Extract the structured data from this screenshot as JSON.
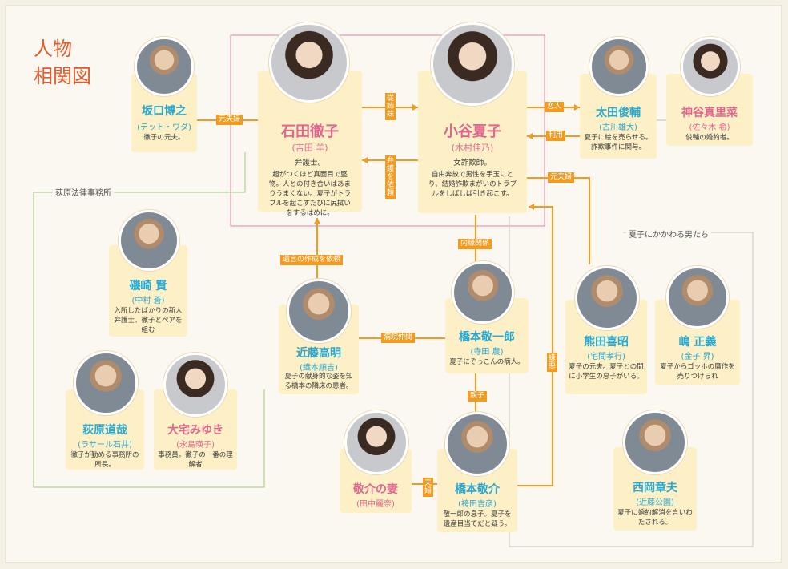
{
  "title_line1": "人物",
  "title_line2": "相関図",
  "groups": {
    "firm": "荻原法律事務所",
    "men": "夏子にかかわる男たち"
  },
  "people": {
    "sakaguchi": {
      "name": "坂口博之",
      "actor": "(テット・ワダ)",
      "desc": "徹子の元夫。"
    },
    "ishida": {
      "name": "石田徹子",
      "actor": "(吉田 羊)",
      "desc1": "弁護士。",
      "desc2": "超がつくほど真面目で堅物。人との付き合いはあまりうまくない。夏子がトラブルを起こすたびに尻拭いをするはめに。"
    },
    "kotani": {
      "name": "小谷夏子",
      "actor": "(木村佳乃)",
      "desc1": "女詐欺師。",
      "desc2": "自由奔放で男性を手玉にとり、結婚詐欺まがいのトラブルをしばしば引き起こす。"
    },
    "ota": {
      "name": "太田俊輔",
      "actor": "(古川雄大)",
      "desc": "夏子に絵を売らせる。詐欺事件に関与。"
    },
    "kamiya": {
      "name": "神谷真里菜",
      "actor": "(佐々木 希)",
      "desc": "俊輔の婚約者。"
    },
    "isozaki": {
      "name": "磯崎 賢",
      "actor": "(中村 蒼)",
      "desc": "入所したばかりの新人弁護士。徹子とペアを組む"
    },
    "kondo": {
      "name": "近藤高明",
      "actor": "(織本順吉)",
      "desc": "夏子の献身的な姿を知る橋本の隣床の患者。"
    },
    "hashimoto": {
      "name": "橋本敬一郎",
      "actor": "(寺田 農)",
      "desc": "夏子にぞっこんの病人。"
    },
    "kumada": {
      "name": "熊田喜昭",
      "actor": "(宅間孝行)",
      "desc": "夏子の元夫。夏子との間に小学生の息子がいる。"
    },
    "shima": {
      "name": "嶋 正義",
      "actor": "(金子 昇)",
      "desc": "夏子からゴッホの贋作を売りつけられ"
    },
    "ogiwara": {
      "name": "荻原道哉",
      "actor": "(ラサール石井)",
      "desc": "徹子が勤める事務所の所長。"
    },
    "omiyake": {
      "name": "大宅みゆき",
      "actor": "(永島暎子)",
      "desc": "事務員。徹子の一番の理解者"
    },
    "keisuke_wife": {
      "name": "敬介の妻",
      "actor": "(田中麗奈)"
    },
    "keisuke": {
      "name": "橋本敬介",
      "actor": "(袴田吉彦)",
      "desc": "敬一郎の息子。夏子を遺産目当てだと疑う。"
    },
    "nishioka": {
      "name": "西岡章夫",
      "actor": "(近藤公園)",
      "desc": "夏子に婚約解消を言いわたされる。"
    }
  },
  "relations": {
    "ex_husband": "元夫婦",
    "cousins": "従姉妹",
    "request": "弁護を依頼",
    "lover": "恋人",
    "use": "利用",
    "ex_couple2": "元夫婦",
    "inner": "内縁関係",
    "will_request": "遺言の作成を依頼",
    "ward": "病院仲間",
    "parent_child": "親子",
    "couple": "夫婦",
    "suspect": "嫌悪"
  },
  "colors": {
    "accent": "#f29b1f",
    "name_blue": "#2aa7cf",
    "name_pink": "#e0668e",
    "box": "#fdf0c6",
    "title": "#e55a2c"
  }
}
